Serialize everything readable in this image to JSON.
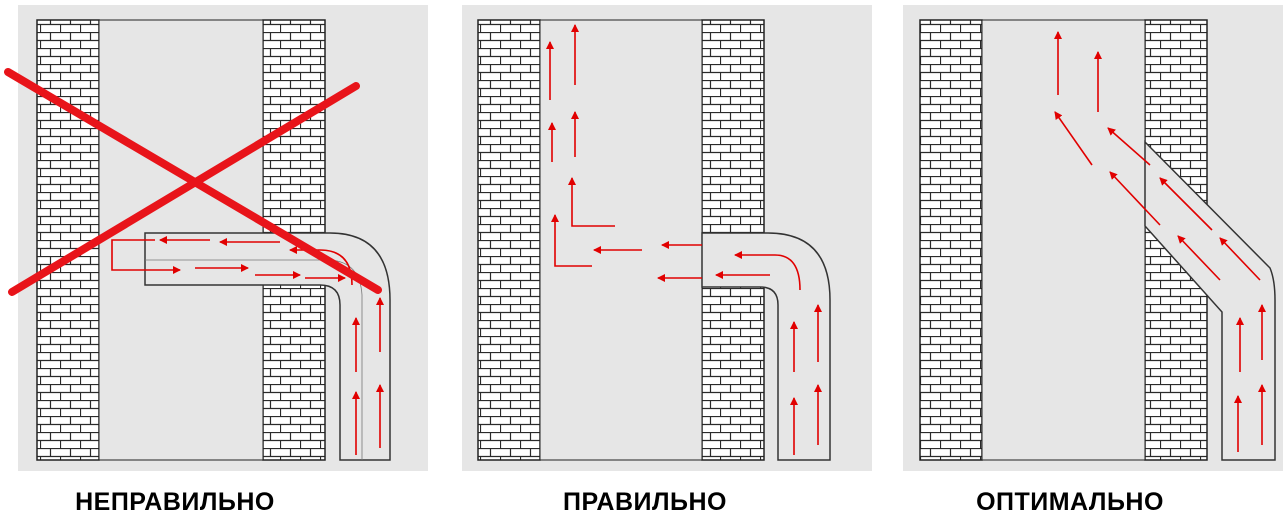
{
  "panels": [
    {
      "id": "wrong",
      "label": "НЕПРАВИЛЬНО"
    },
    {
      "id": "right",
      "label": "ПРАВИЛЬНО"
    },
    {
      "id": "optimal",
      "label": "ОПТИМАЛЬНО"
    }
  ],
  "colors": {
    "panel_background": "#e6e6e6",
    "brick_fill": "#ffffff",
    "brick_line": "#222222",
    "arrow": "#e10000",
    "cross": "#e8141a"
  },
  "icons": {
    "cross": "cross-out-mark",
    "arrow": "red-flow-arrow"
  }
}
